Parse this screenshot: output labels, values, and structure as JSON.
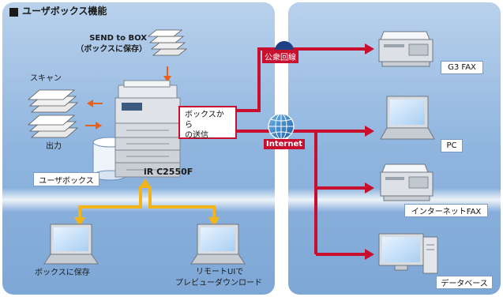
{
  "title": "ユーザボックス機能",
  "send_to_box": {
    "line1": "SEND to BOX",
    "line2": "（ボックスに保存）"
  },
  "scan_label": "スキャン",
  "output_label": "出力",
  "user_box_label": "ユーザボックス",
  "device_label": "iR C2550F",
  "send_from_box": {
    "line1": "ボックスから",
    "line2": "の送信"
  },
  "public_line_label": "公衆回線",
  "internet_label": "Internet",
  "destinations": {
    "g3fax": "G3 FAX",
    "pc": "PC",
    "internet_fax": "インターネットFAX",
    "database": "データベース"
  },
  "pc_save_label": "ボックスに保存",
  "remote_ui": {
    "line1": "リモートUIで",
    "line2": "プレビューダウンロード"
  },
  "colors": {
    "panel_left": "#8ab1de",
    "panel_right": "#8ab1de",
    "red_line": "#c8102e",
    "yellow_line": "#f2b418",
    "orange_arrow": "#e8601c"
  }
}
